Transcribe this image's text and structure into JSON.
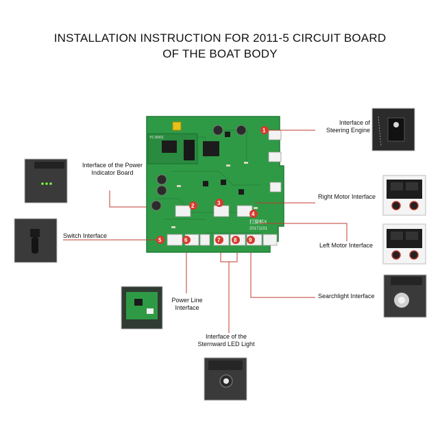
{
  "title": {
    "line1": "INSTALLATION INSTRUCTION FOR 2011-5 CIRCUIT BOARD",
    "line2": "OF THE BOAT BODY"
  },
  "labels": {
    "steering": [
      "Interface of",
      "Steering Engine"
    ],
    "power_indicator": [
      "Interface of the Power",
      "Indicator Board"
    ],
    "right_motor": "Right Motor Interface",
    "switch": "Switch Interface",
    "left_motor": "Left Motor Interface",
    "searchlight": "Searchlight Interface",
    "power_line": [
      "Power Line",
      "Interface"
    ],
    "sternward": [
      "Interface of the",
      "Sternward LED Light"
    ]
  },
  "board_text": {
    "model": "YC-BX01",
    "label1": "打窝船X",
    "label2": "20171101"
  },
  "badges": [
    "1",
    "2",
    "3",
    "4",
    "5",
    "6",
    "7",
    "8",
    "9"
  ],
  "colors": {
    "pcb": "#2f9a45",
    "pcb_dark": "#1f7b34",
    "badge": "#d63b2e",
    "leader": "#c23a2e",
    "connector": "#f2f2f2"
  }
}
